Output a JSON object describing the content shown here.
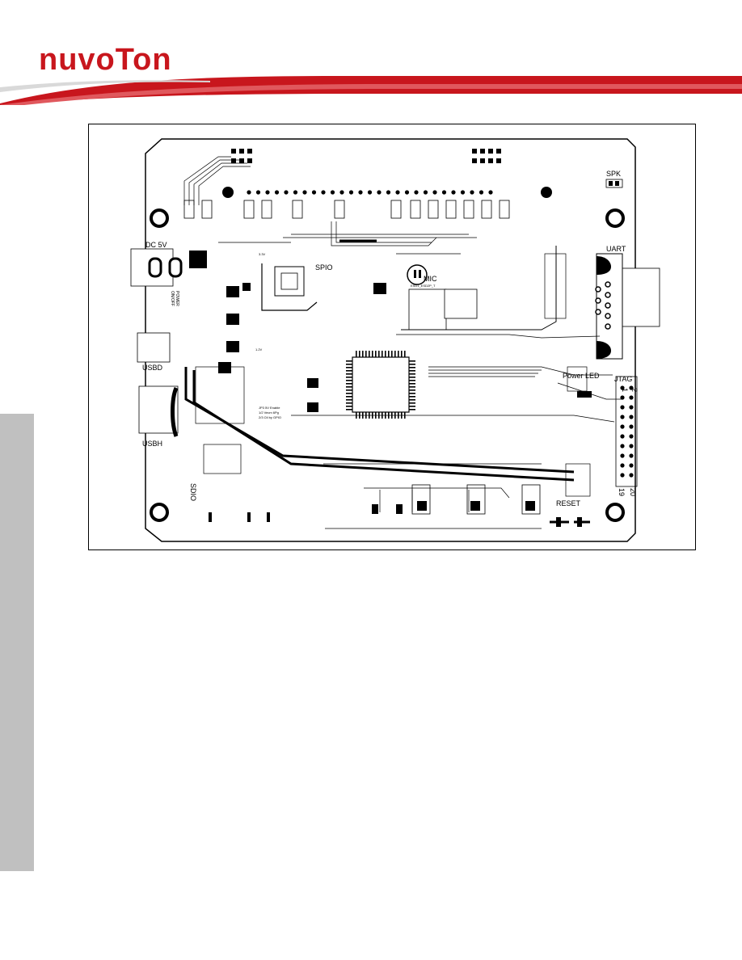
{
  "header": {
    "brand": "nuvoTon",
    "brand_color": "#c8161d"
  },
  "board": {
    "labels": {
      "dc_5v": "DC 5V",
      "power": "POWER",
      "on_off": "ON/OFF",
      "usbd": "USBD",
      "usbh": "USBH",
      "spio": "SPIO",
      "mic": "MIC",
      "uart": "UART",
      "spk": "SPK",
      "power_led": "Power LED",
      "jtag": "JTAG",
      "reset": "RESET",
      "sdio": "SDIO",
      "pin_1": "1",
      "pin_2": "2",
      "pin_19": "19",
      "pin_20": "20",
      "jumper_note_1": "JP3 5V Enable",
      "jumper_note_2": "1/2 Vecm 6Pg",
      "jumper_note_3": "2/3 Ctl by GPIO",
      "esd_part": "ESD1_ESD2P_T",
      "v33": "3.3V",
      "v12": "1.2V"
    }
  }
}
